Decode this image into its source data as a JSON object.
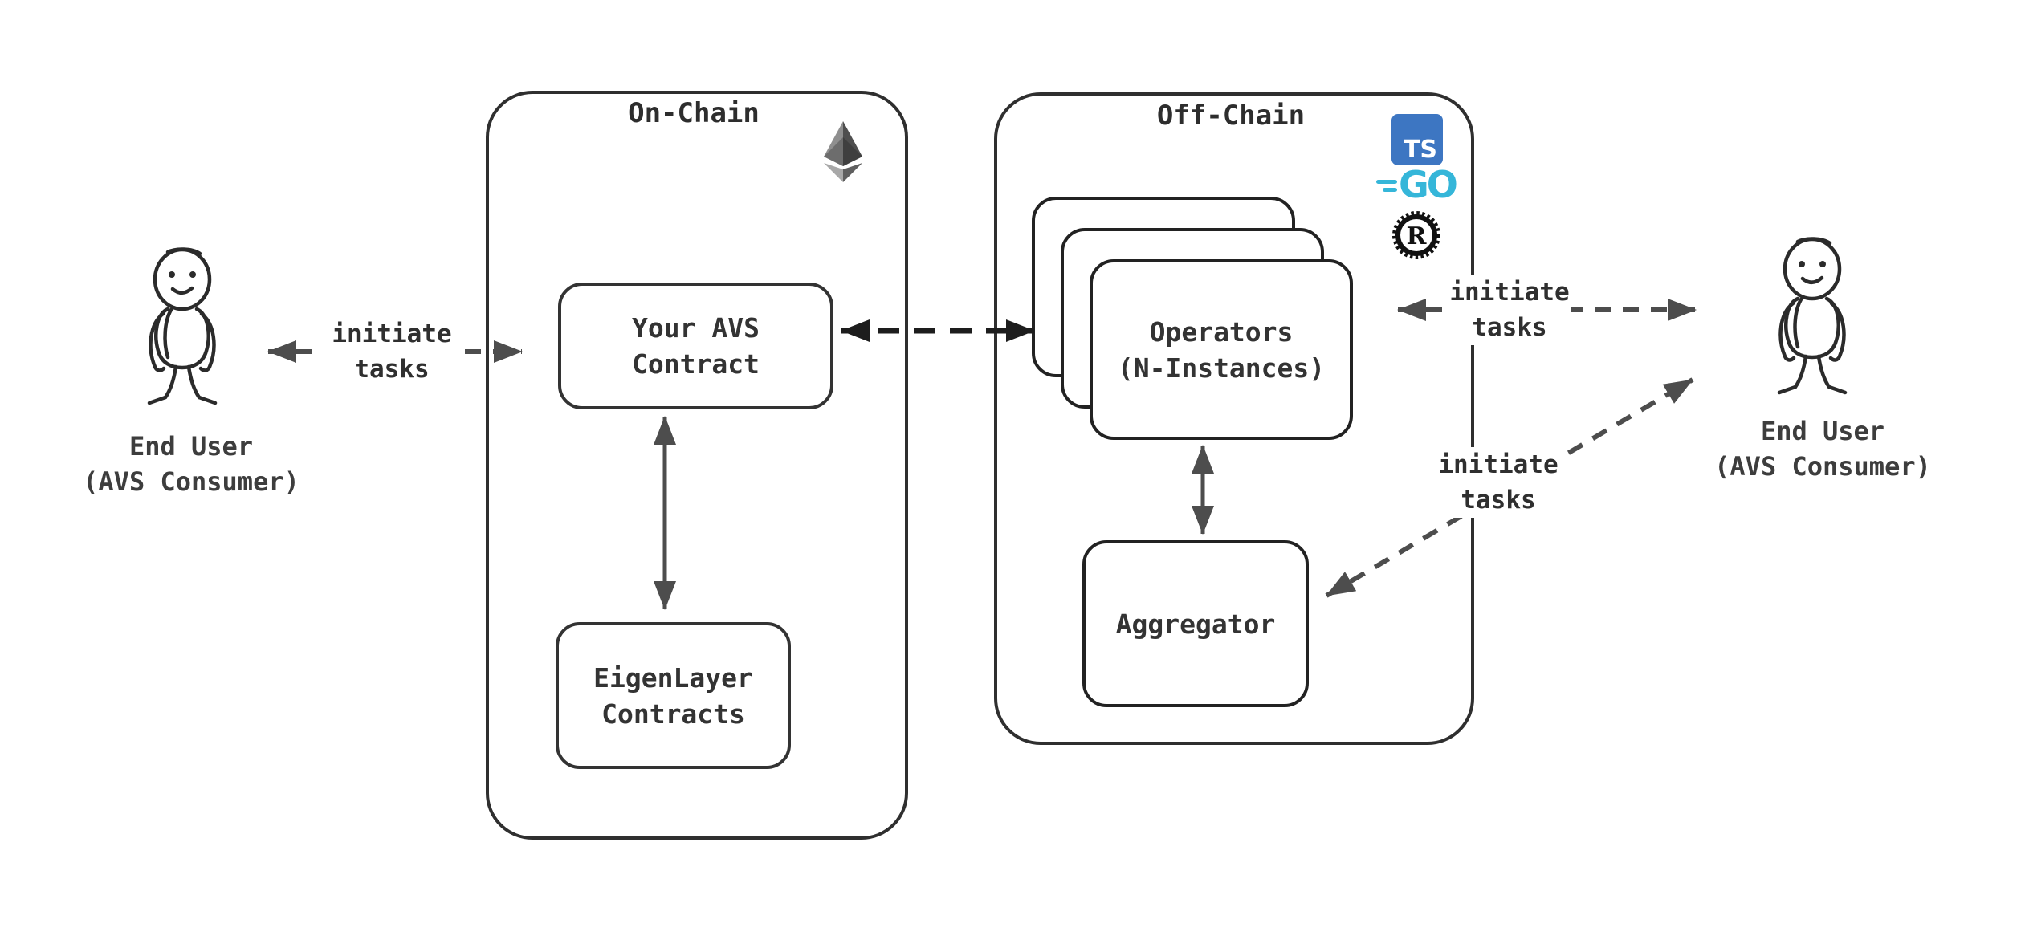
{
  "diagram": {
    "background": "#ffffff",
    "onchain": {
      "title": "On-Chain",
      "avs_box": {
        "line1": "Your AVS",
        "line2": "Contract"
      },
      "eigen_box": {
        "line1": "EigenLayer",
        "line2": "Contracts"
      }
    },
    "offchain": {
      "title": "Off-Chain",
      "operators_box": {
        "line1": "Operators",
        "line2": "(N-Instances)"
      },
      "aggregator_box": {
        "label": "Aggregator"
      },
      "ts_icon_label": "TS",
      "go_icon_label": "GO",
      "rust_icon_label": "R"
    },
    "actors": {
      "left": {
        "line1": "End User",
        "line2": "(AVS Consumer)"
      },
      "right": {
        "line1": "End User",
        "line2": "(AVS Consumer)"
      }
    },
    "edge_labels": {
      "left_arrow": {
        "line1": "initiate",
        "line2": "tasks"
      },
      "right_arrow": {
        "line1": "initiate",
        "line2": "tasks"
      },
      "diagonal_arrow": {
        "line1": "initiate",
        "line2": "tasks"
      }
    },
    "colors": {
      "stroke": "#2f2f2f",
      "arrow_gray": "#4d4d4d",
      "arrow_black": "#1d1d1d",
      "text_dark": "#2f2f2f",
      "text_gray": "#3d3d3d",
      "ts_blue": "#3d76c2",
      "go_cyan": "#35b6d9",
      "rust_black": "#111111",
      "eth_gray_light": "#9a9a9a",
      "eth_gray_dark": "#4f4f4f"
    }
  }
}
